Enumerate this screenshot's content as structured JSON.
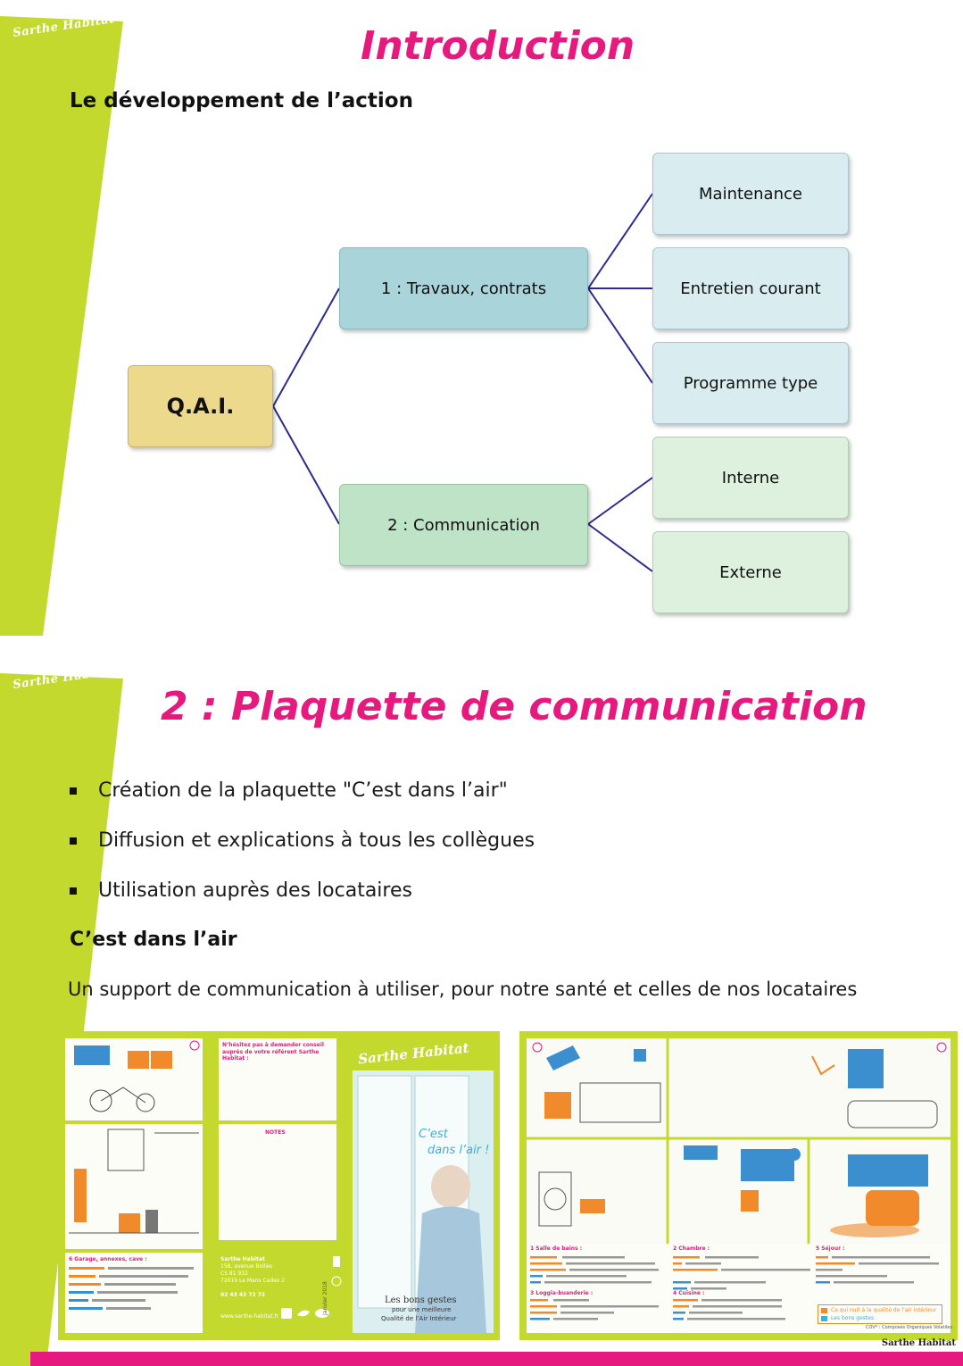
{
  "brand": "Sarthe Habitat",
  "colors": {
    "accent": "#e5197e",
    "lime": "#c4d92e",
    "navy": "#2b2b8c"
  },
  "slide1": {
    "title": "Introduction",
    "subtitle": "Le développement de l’action",
    "diagram": {
      "root": "Q.A.I.",
      "branch1": "1 : Travaux, contrats",
      "branch2": "2 : Communication",
      "leaves1": [
        "Maintenance",
        "Entretien courant",
        "Programme type"
      ],
      "leaves2": [
        "Interne",
        "Externe"
      ]
    }
  },
  "slide2": {
    "title": "2 : Plaquette de  communication",
    "bullets": [
      "Création de la plaquette \"C’est dans l’air\"",
      "Diffusion et explications à tous les collègues",
      "Utilisation auprès des locataires"
    ],
    "heading": "C’est dans l’air",
    "paragraph": "Un support de communication à utiliser, pour notre santé et celles de nos locataires",
    "brochure_left": {
      "advice": "N’hésitez pas à demander conseil auprès de votre référent Sarthe Habitat :",
      "notes": "NOTES",
      "brand": "Sarthe Habitat",
      "cover_title_1": "C’est",
      "cover_title_2": "dans l’air !",
      "cover_sub_1": "Les bons gestes",
      "cover_sub_2": "pour une meilleure",
      "cover_sub_3": "Qualité de l’Air Intérieur",
      "garage_title": "6 Garage, annexes, cave :",
      "address_1": "Sarthe Habitat",
      "address_2": "158, avenue Bollée",
      "address_3": "CS 81 932",
      "address_4": "72019 Le Mans Cedex 2",
      "phone": "02 43 43 72 72",
      "website": "www.sarthe-habitat.fr",
      "date": "Janvier 2018"
    },
    "brochure_right": {
      "section1": "1 Salle de bains :",
      "section2": "2 Chambre :",
      "section3": "3 Loggia-buanderie :",
      "section4": "4 Cuisine :",
      "section5": "5 Séjour :",
      "legend1": "Ce qui nuit à la qualité de l’air intérieur",
      "legend2": "Les bons gestes",
      "footnote": "COV* : Composés Organiques Volatiles"
    },
    "footer_logo": "Sarthe Habitat"
  }
}
